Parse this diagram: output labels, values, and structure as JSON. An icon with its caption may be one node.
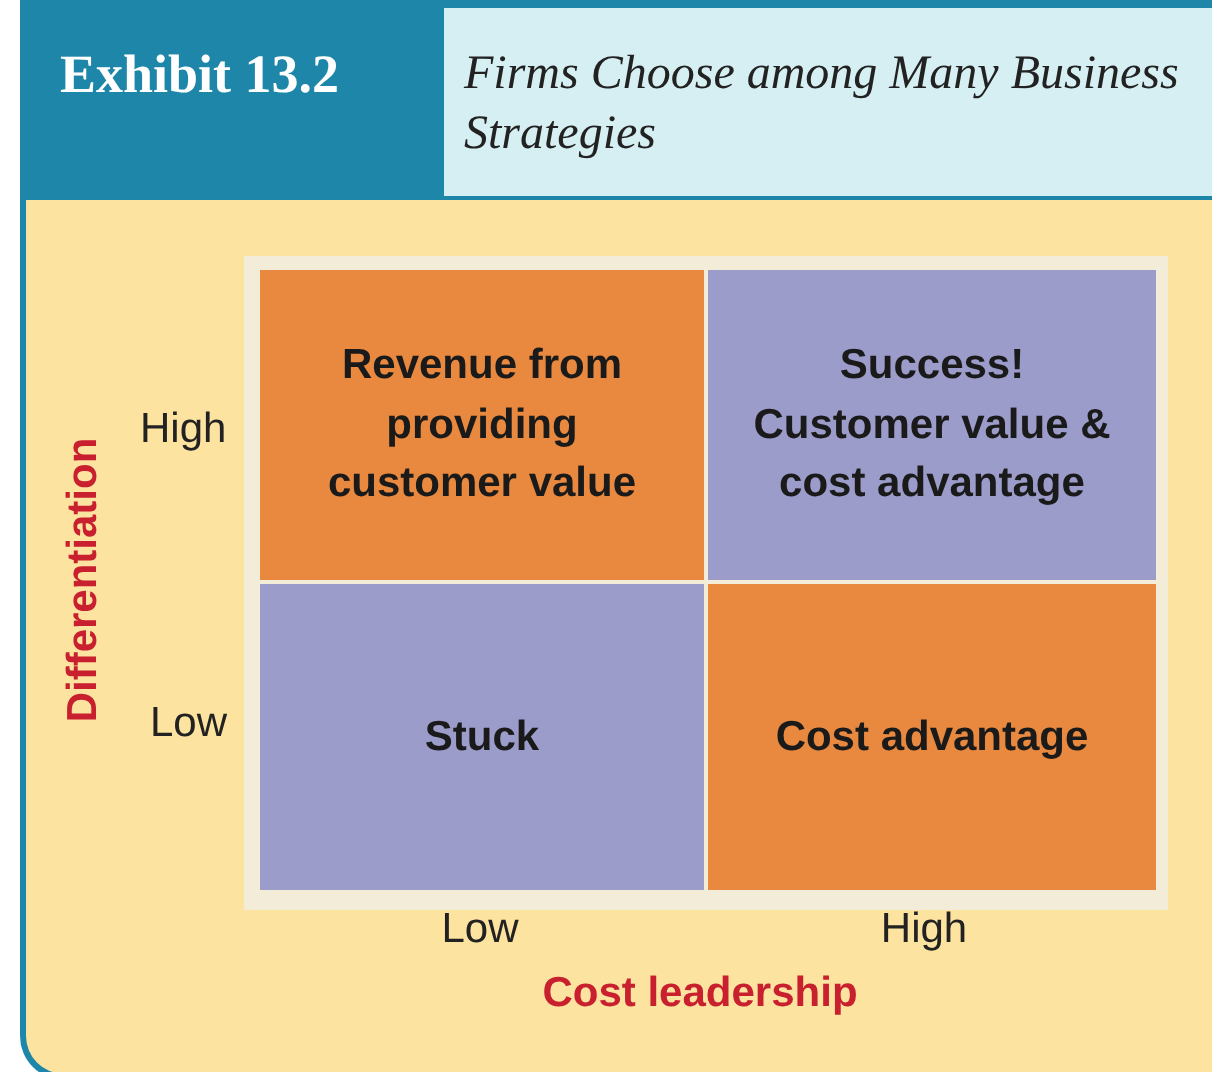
{
  "diagram": {
    "title": "Firms Choose among Many Business Strategies",
    "nodes": [
      {
        "text": [
          "Revenue from providing customer value"
        ]
      },
      {
        "text": [
          "Success! Customer value & cost advantage"
        ]
      },
      {
        "text": [
          "Stuck"
        ]
      },
      {
        "text": [
          "Cost advantage"
        ]
      }
    ],
    "labels": [
      "Exhibit 13.2",
      "High",
      "Differentiation",
      "Low",
      "Low",
      "High",
      "Cost leadership"
    ]
  }
}
